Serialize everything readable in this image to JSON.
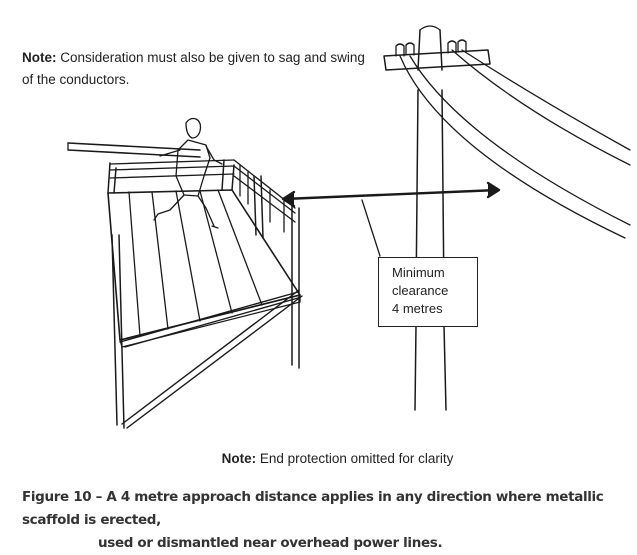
{
  "top_note": {
    "label": "Note:",
    "text": " Consideration must also be given to sag and swing of the conductors."
  },
  "clearance_box": {
    "line1": "Minimum",
    "line2": "clearance",
    "line3": "4 metres"
  },
  "bottom_note": {
    "label": "Note:",
    "text": " End protection omitted for clarity"
  },
  "caption": {
    "line1": "Figure 10 – A 4 metre approach distance applies in any direction where metallic scaffold is erected,",
    "line2": "used or dismantled near overhead power lines."
  }
}
